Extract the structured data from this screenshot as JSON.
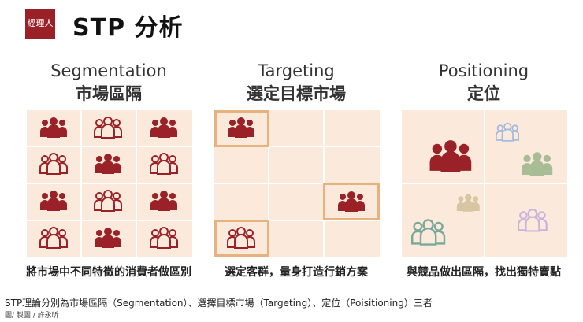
{
  "header": {
    "logo_text": "經理人",
    "title": "STP 分析"
  },
  "columns": [
    {
      "en": "Segmentation",
      "zh": "市場區隔",
      "caption": "將市場中不同特徵的消費者做區別"
    },
    {
      "en": "Targeting",
      "zh": "選定目標市場",
      "caption": "選定客群，量身打造行銷方案"
    },
    {
      "en": "Positioning",
      "zh": "定位",
      "caption": "與競品做出區隔，找出獨特賣點"
    }
  ],
  "colors": {
    "filled": "#9a2128",
    "outline": "#9a2128",
    "grid_bg": "#fbe9dc",
    "highlight": "#e8b27f",
    "blue": "#9fb9df",
    "green": "#a8bd96",
    "tan": "#d8c6a2",
    "purple": "#c8b3dc",
    "teal": "#7aa99a"
  },
  "footer": {
    "description": "STP理論分別為市場區隔（Segmentation）、選擇目標市場（Targeting）、定位（Poisitioning）三者",
    "credit": "圖/ 製圖 / 許永昕"
  }
}
